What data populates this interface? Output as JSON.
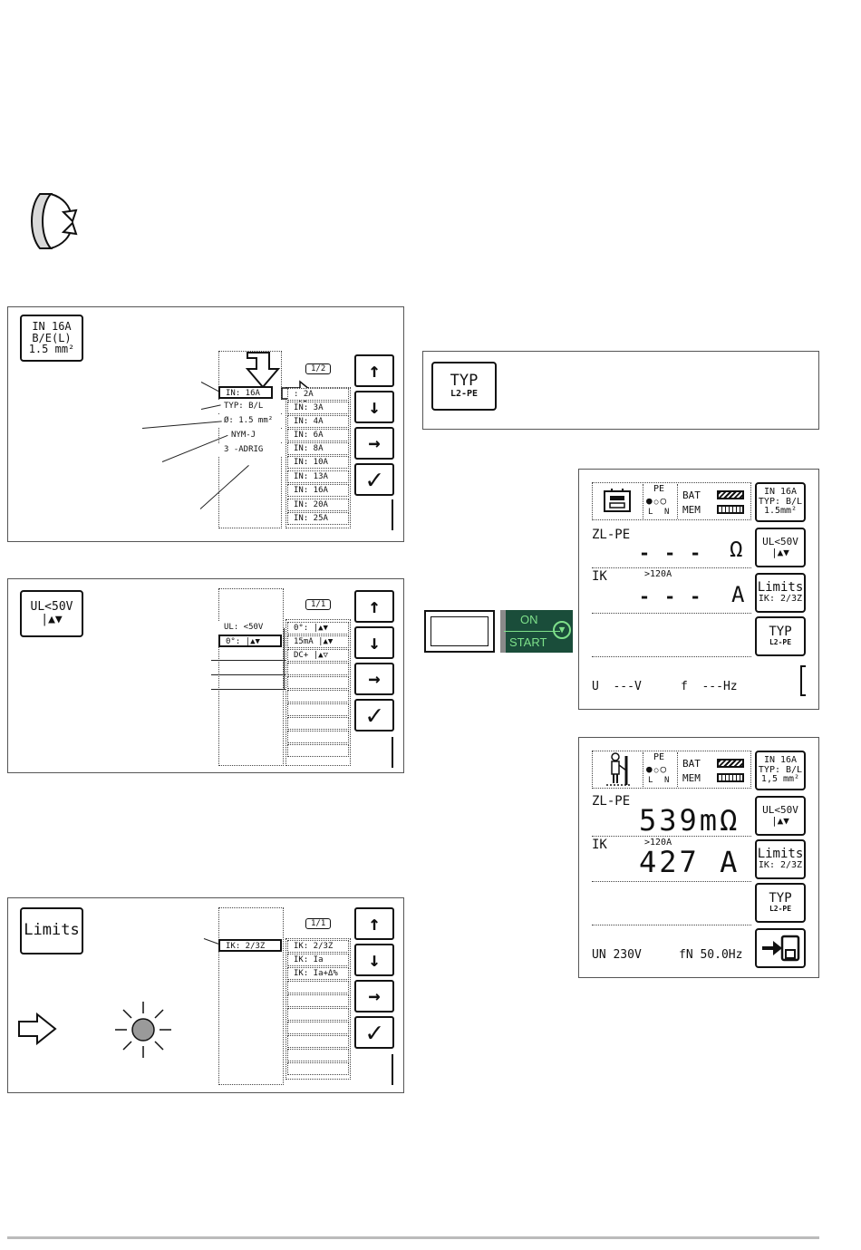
{
  "panel1": {
    "softkey": [
      "IN 16A",
      "B/E(L)",
      "1.5 mm²"
    ],
    "page": "1/2",
    "left_list": [
      "IN: 16A",
      "TYP: B/L",
      "Ø: 1.5 mm²",
      "NYM-J",
      "3 -ADRIG"
    ],
    "right_list": [
      ": 2A",
      "IN: 3A",
      "IN: 4A",
      "IN: 6A",
      "IN: 8A",
      "IN: 10A",
      "IN: 13A",
      "IN: 16A",
      "IN: 20A",
      "IN: 25A"
    ]
  },
  "panel2": {
    "softkey": [
      "UL<50V",
      "|▲▼"
    ],
    "page": "1/1",
    "left_list": [
      "UL: <50V",
      "0°: |▲▼"
    ],
    "right_list": [
      "0°: |▲▼",
      "15mA |▲▼",
      "DC+ |▲▽"
    ]
  },
  "panel3": {
    "softkey": "Limits",
    "page": "1/1",
    "left_list": [
      "IK: 2/3Z"
    ],
    "right_list": [
      "IK: 2/3Z",
      "IK: Ia",
      "IK: Ia+Δ%"
    ]
  },
  "typ_box": {
    "line1": "TYP",
    "line2": "L2-PE"
  },
  "start_button": {
    "on": "ON",
    "start": "START"
  },
  "screen1": {
    "pe": "PE",
    "l": "L",
    "n": "N",
    "bat": "BAT",
    "mem": "MEM",
    "key_in": [
      "IN 16A",
      "TYP: B/L",
      "1.5mm²"
    ],
    "key_ul": [
      "UL<50V",
      "|▲▼"
    ],
    "key_limits": [
      "Limits",
      "IK: 2/3Z"
    ],
    "key_typ": [
      "TYP",
      "L2-PE"
    ],
    "zl_label": "ZL-PE",
    "zl_value": "- - -",
    "zl_unit": "Ω",
    "ik_label": "IK",
    "ik_range": ">120A",
    "ik_value": "- - -",
    "ik_unit": "A",
    "footer_u": "U  ---V",
    "footer_f": "f  ---Hz"
  },
  "screen2": {
    "pe": "PE",
    "l": "L",
    "n": "N",
    "bat": "BAT",
    "mem": "MEM",
    "key_in": [
      "IN 16A",
      "TYP: B/L",
      "1,5 mm²"
    ],
    "key_ul": [
      "UL<50V",
      "|▲▼"
    ],
    "key_limits": [
      "Limits",
      "IK: 2/3Z"
    ],
    "key_typ": [
      "TYP",
      "L2-PE"
    ],
    "zl_label": "ZL-PE",
    "zl_value": "539mΩ",
    "ik_label": "IK",
    "ik_range": ">120A",
    "ik_value": "427 A",
    "footer_u": "UN 230V",
    "footer_f": "fN 50.0Hz"
  },
  "colors": {
    "start_bg": "#1a4d3a",
    "start_text": "#7ee08a",
    "lamp": "#9a9a9a",
    "rule": "#bbbbbb"
  }
}
